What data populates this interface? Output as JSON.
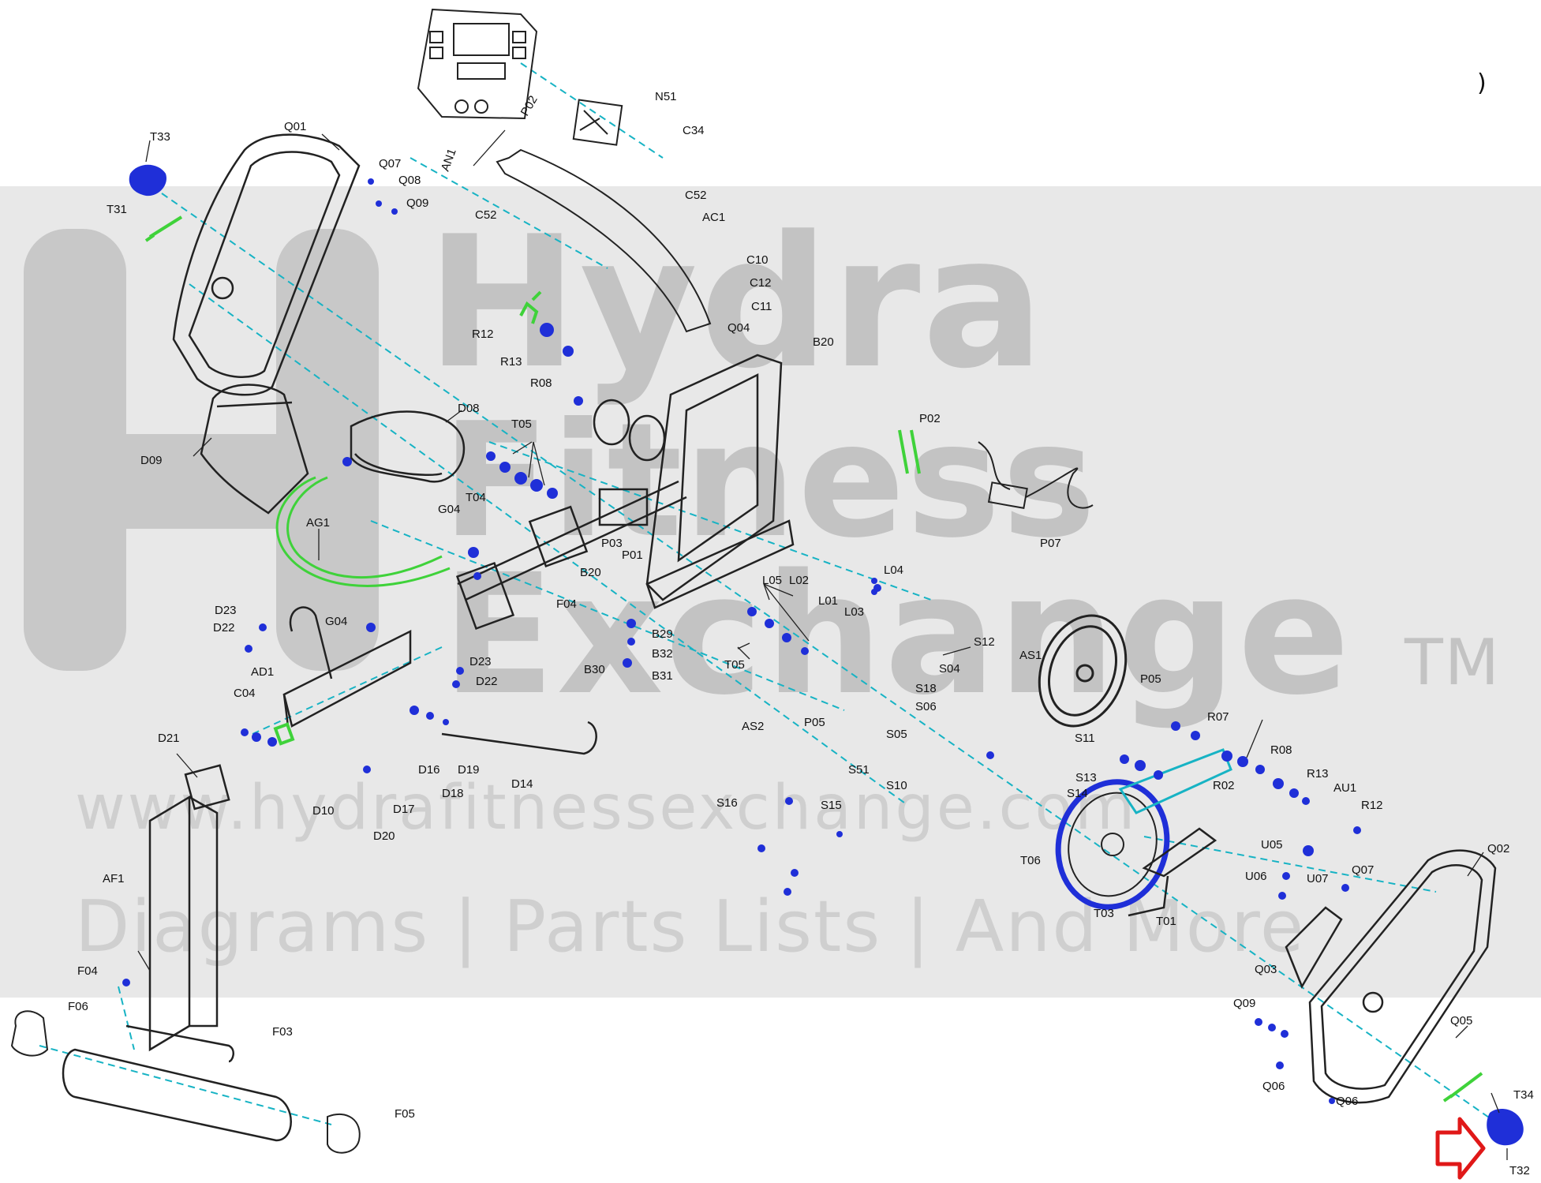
{
  "watermark": {
    "line1": "Hydra",
    "line2": "Fitness",
    "line3": "Exchange",
    "trademark": "TM",
    "url": "www.hydrafitnessexchange.com",
    "tagline": "Diagrams | Parts Lists | And More"
  },
  "corner_mark": ")",
  "colors": {
    "accent_part": "#1f2fd8",
    "highlight_part": "#3fd23a",
    "leader_line": "#17b3c4",
    "line_art": "#222222",
    "arrow": "#e01818"
  },
  "labels": {
    "T33": "T33",
    "T31": "T31",
    "Q01": "Q01",
    "Q07": "Q07",
    "Q08": "Q08",
    "Q09": "Q09",
    "AN1": "AN1",
    "P02": "P02",
    "N51": "N51",
    "C34": "C34",
    "C52a": "C52",
    "C52b": "C52",
    "AC1": "AC1",
    "C10": "C10",
    "C12": "C12",
    "C11": "C11",
    "R12": "R12",
    "R13": "R13",
    "R08": "R08",
    "Q04": "Q04",
    "B20a": "B20",
    "D08": "D08",
    "D09": "D09",
    "T05a": "T05",
    "T04": "T04",
    "AG1": "AG1",
    "G04a": "G04",
    "P02b": "P02",
    "P07": "P07",
    "P03": "P03",
    "P01": "P01",
    "B20b": "B20",
    "F04a": "F04",
    "L05": "L05",
    "L02": "L02",
    "L01": "L01",
    "L03": "L03",
    "L04": "L04",
    "D23a": "D23",
    "D22a": "D22",
    "G04b": "G04",
    "B29": "B29",
    "B32": "B32",
    "B31": "B31",
    "B30": "B30",
    "T05b": "T05",
    "S12": "S12",
    "S04": "S04",
    "AS1": "AS1",
    "S18": "S18",
    "S06": "S06",
    "S05": "S05",
    "S11": "S11",
    "S10": "S10",
    "AD1": "AD1",
    "C04": "C04",
    "D23b": "D23",
    "D22b": "D22",
    "P05a": "P05",
    "R07": "R07",
    "AS2": "AS2",
    "P05b": "P05",
    "S51": "S51",
    "R08b": "R08",
    "R02": "R02",
    "R13b": "R13",
    "AU1": "AU1",
    "R12b": "R12",
    "S13": "S13",
    "S14": "S14",
    "D21": "D21",
    "D16": "D16",
    "D19": "D19",
    "D18": "D18",
    "D14": "D14",
    "D10": "D10",
    "D17": "D17",
    "D20": "D20",
    "S16": "S16",
    "S15": "S15",
    "T06": "T06",
    "U05": "U05",
    "Q02": "Q02",
    "U06": "U06",
    "U07": "U07",
    "Q07b": "Q07",
    "AF1": "AF1",
    "T03": "T03",
    "T01": "T01",
    "Q03": "Q03",
    "F04b": "F04",
    "F06": "F06",
    "F03": "F03",
    "Q09b": "Q09",
    "Q05": "Q05",
    "Q06a": "Q06",
    "Q06b": "Q06",
    "T34": "T34",
    "T32": "T32",
    "F05": "F05"
  }
}
